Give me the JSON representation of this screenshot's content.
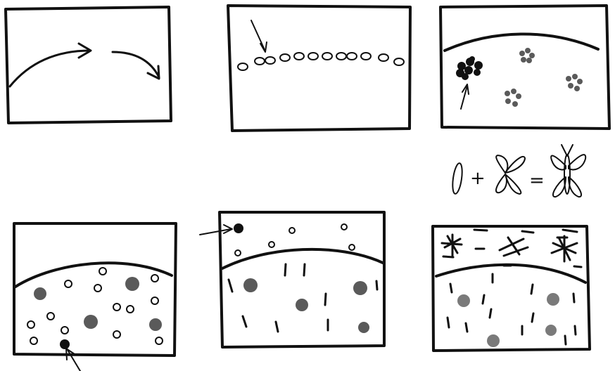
{
  "figure": {
    "description_visible_text": "",
    "panels": [
      {
        "id": "panel-1",
        "content": "curved-arrows"
      },
      {
        "id": "panel-2",
        "content": "row-of-eggs"
      },
      {
        "id": "panel-3",
        "content": "egg-clusters-on-plant"
      },
      {
        "id": "panel-4",
        "content": "larvae-on-leaf"
      },
      {
        "id": "panel-5",
        "content": "pupae-and-leaf-damage"
      },
      {
        "id": "panel-6",
        "content": "adult-insects-emerging"
      }
    ],
    "equation": {
      "plus": "+",
      "equals": "="
    }
  }
}
